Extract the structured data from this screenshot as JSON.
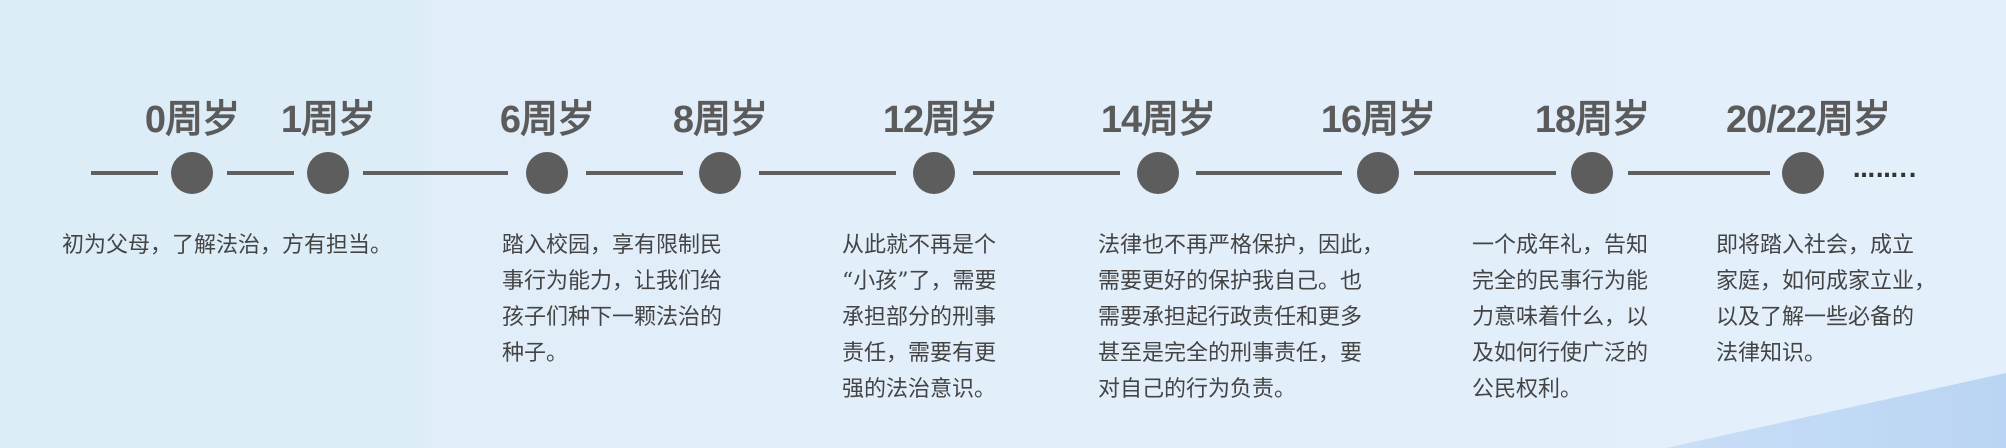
{
  "timeline": {
    "ages": [
      "0周岁",
      "1周岁",
      "6周岁",
      "8周岁",
      "12周岁",
      "14周岁",
      "16周岁",
      "18周岁",
      "20/22周岁"
    ],
    "ellipsis": "……..",
    "descriptions": [
      "初为父母，了解法治，方有担当。",
      "踏入校园，享有限制民\n事行为能力，让我们给\n孩子们种下一颗法治的\n种子。",
      "从此就不再是个\n“小孩”了，需要\n承担部分的刑事\n责任，需要有更\n强的法治意识。",
      "法律也不再严格保护，因此，\n需要更好的保护我自己。也\n需要承担起行政责任和更多\n甚至是完全的刑事责任，要\n对自己的行为负责。",
      "一个成年礼，告知\n完全的民事行为能\n力意味着什么，以\n及如何行使广泛的\n公民权利。",
      "即将踏入社会，成立\n家庭，如何成家立业，\n以及了解一些必备的\n法律知识。"
    ]
  },
  "colors": {
    "line": "#5f5f5f",
    "dot": "#5d5d5d",
    "label": "#5b5b5b",
    "text": "#444444",
    "background": "#e1eefa"
  }
}
